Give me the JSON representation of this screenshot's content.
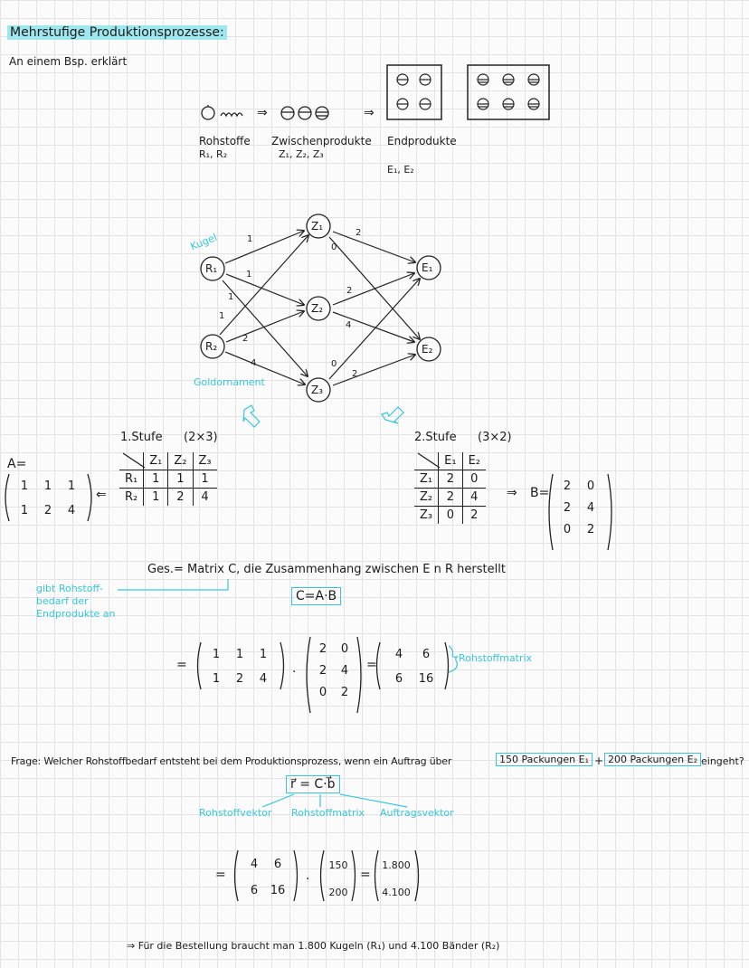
{
  "header": {
    "title": "Mehrstufige Produktionsprozesse:",
    "subtitle": "An einem Bsp. erklärt"
  },
  "top": {
    "arrow1": "⇒",
    "arrow2": "⇒",
    "rohstoffe": "Rohstoffe",
    "rohstoffe_sub": "R₁, R₂",
    "zwischen": "Zwischenprodukte",
    "zwischen_sub": "Z₁, Z₂, Z₃",
    "end": "Endprodukte",
    "end_sub": "E₁, E₂"
  },
  "graph": {
    "nodes": {
      "r1": "R₁",
      "r2": "R₂",
      "z1": "Z₁",
      "z2": "Z₂",
      "z3": "Z₃",
      "e1": "E₁",
      "e2": "E₂"
    },
    "label_kugel": "Kugel",
    "label_gold": "Goldornament",
    "edge_labels": {
      "r1z1": "1",
      "r1z2": "1",
      "r1z3": "1",
      "r2z1": "1",
      "r2z2": "2",
      "r2z3": "4",
      "z1e1": "2",
      "z1e2": "0",
      "z2e1": "2",
      "z2e2": "4",
      "z3e1": "0",
      "z3e2": "2"
    }
  },
  "stage1": {
    "title": "1.Stufe",
    "dim": "(2×3)",
    "cols": [
      "Z₁",
      "Z₂",
      "Z₃"
    ],
    "rows": [
      {
        "label": "R₁",
        "values": [
          "1",
          "1",
          "1"
        ]
      },
      {
        "label": "R₂",
        "values": [
          "1",
          "2",
          "4"
        ]
      }
    ]
  },
  "matA": {
    "label": "A=",
    "rows": [
      [
        "1",
        "1",
        "1"
      ],
      [
        "1",
        "2",
        "4"
      ]
    ],
    "arrow": "⇐"
  },
  "stage2": {
    "title": "2.Stufe",
    "dim": "(3×2)",
    "cols": [
      "E₁",
      "E₂"
    ],
    "rows": [
      {
        "label": "Z₁",
        "values": [
          "2",
          "0"
        ]
      },
      {
        "label": "Z₂",
        "values": [
          "2",
          "4"
        ]
      },
      {
        "label": "Z₃",
        "values": [
          "0",
          "2"
        ]
      }
    ]
  },
  "matB": {
    "arrow": "⇒",
    "label": "B=",
    "rows": [
      [
        "2",
        "0"
      ],
      [
        "2",
        "4"
      ],
      [
        "0",
        "2"
      ]
    ]
  },
  "ges": {
    "text": "Ges.= Matrix C, die Zusammenhang zwischen E n R herstellt",
    "formula": "C=A·B",
    "note1": "gibt Rohstoff-",
    "note2": "bedarf der",
    "note3": "Endprodukte an"
  },
  "calc1": {
    "eq": "=",
    "dot": "·",
    "eq2": "=",
    "A": [
      [
        "1",
        "1",
        "1"
      ],
      [
        "1",
        "2",
        "4"
      ]
    ],
    "B": [
      [
        "2",
        "0"
      ],
      [
        "2",
        "4"
      ],
      [
        "0",
        "2"
      ]
    ],
    "C": [
      [
        "4",
        "6"
      ],
      [
        "6",
        "16"
      ]
    ],
    "label": "Rohstoffmatrix"
  },
  "frage": {
    "text": "Frage: Welcher Rohstoffbedarf entsteht bei dem Produktionsprozess, wenn ein Auftrag über",
    "box1": "150 Packungen E₁",
    "plus": "+",
    "box2": "200 Packungen E₂",
    "end": "eingeht?",
    "formula": "r⃗ = C·b⃗",
    "lbl_r": "Rohstoffvektor",
    "lbl_c": "Rohstoffmatrix",
    "lbl_b": "Auftragsvektor"
  },
  "calc2": {
    "eq": "=",
    "dot": "·",
    "eq2": "=",
    "C": [
      [
        "4",
        "6"
      ],
      [
        "6",
        "16"
      ]
    ],
    "b": [
      "150",
      "200"
    ],
    "r": [
      "1.800",
      "4.100"
    ]
  },
  "conclusion": "⇒ Für die Bestellung braucht man 1.800 Kugeln (R₁) und 4.100 Bänder (R₂)"
}
